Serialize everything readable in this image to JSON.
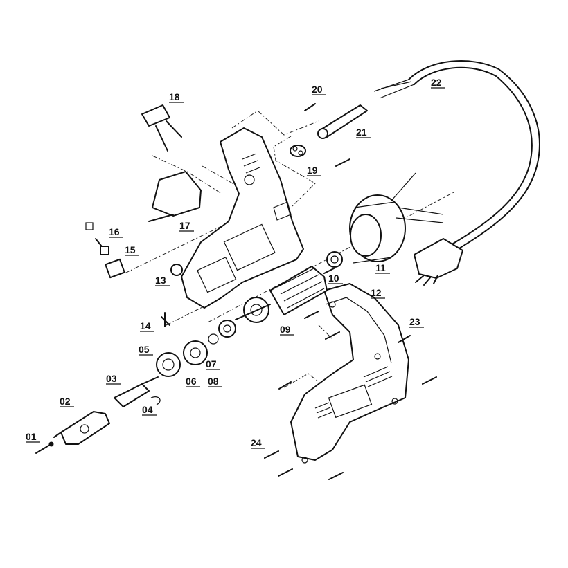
{
  "parts": [
    {
      "id": "p01",
      "label": "01"
    },
    {
      "id": "p02",
      "label": "02"
    },
    {
      "id": "p03",
      "label": "03"
    },
    {
      "id": "p04",
      "label": "04"
    },
    {
      "id": "p05",
      "label": "05"
    },
    {
      "id": "p06",
      "label": "06"
    },
    {
      "id": "p07",
      "label": "07"
    },
    {
      "id": "p08",
      "label": "08"
    },
    {
      "id": "p09",
      "label": "09"
    },
    {
      "id": "p10",
      "label": "10"
    },
    {
      "id": "p11",
      "label": "11"
    },
    {
      "id": "p12",
      "label": "12"
    },
    {
      "id": "p13",
      "label": "13"
    },
    {
      "id": "p14",
      "label": "14"
    },
    {
      "id": "p15",
      "label": "15"
    },
    {
      "id": "p16",
      "label": "16"
    },
    {
      "id": "p17",
      "label": "17"
    },
    {
      "id": "p18",
      "label": "18"
    },
    {
      "id": "p19",
      "label": "19"
    },
    {
      "id": "p20",
      "label": "20"
    },
    {
      "id": "p21",
      "label": "21"
    },
    {
      "id": "p22",
      "label": "22"
    },
    {
      "id": "p23",
      "label": "23"
    },
    {
      "id": "p24",
      "label": "24"
    }
  ],
  "colors": {
    "line": "#111111",
    "background": "#ffffff"
  }
}
